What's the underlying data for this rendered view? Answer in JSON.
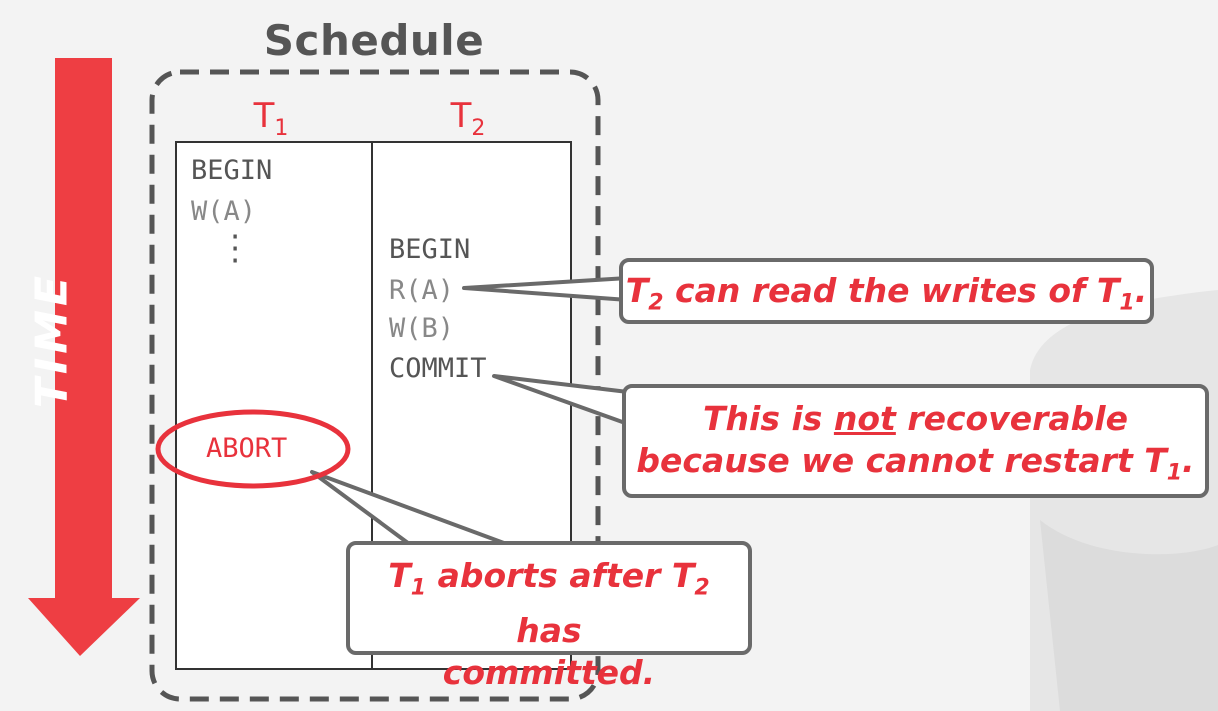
{
  "title": "Schedule",
  "time_label": "TIME",
  "columns": [
    {
      "base": "T",
      "sub": "1"
    },
    {
      "base": "T",
      "sub": "2"
    }
  ],
  "t1_ops": {
    "begin": "BEGIN",
    "write_a": "W(A)",
    "abort": "ABORT"
  },
  "t2_ops": {
    "begin": "BEGIN",
    "read_a": "R(A)",
    "write_b": "W(B)",
    "commit": "COMMIT"
  },
  "callouts": {
    "read_writes": {
      "prefix": "T",
      "sub1": "2",
      "middle": " can read the writes of T",
      "sub2": "1",
      "end": "."
    },
    "not_recoverable": {
      "line1_a": "This is ",
      "line1_b": "not",
      "line1_c": " recoverable",
      "line2_a": "because we cannot restart T",
      "line2_sub": "1",
      "line2_end": "."
    },
    "aborts_after": {
      "prefix": "T",
      "sub1": "1",
      "middle": " aborts after T",
      "sub2": "2",
      "end": " has",
      "line2": "committed."
    }
  },
  "colors": {
    "accent": "#e8323c",
    "border": "#6a6a6a",
    "text": "#555555"
  }
}
